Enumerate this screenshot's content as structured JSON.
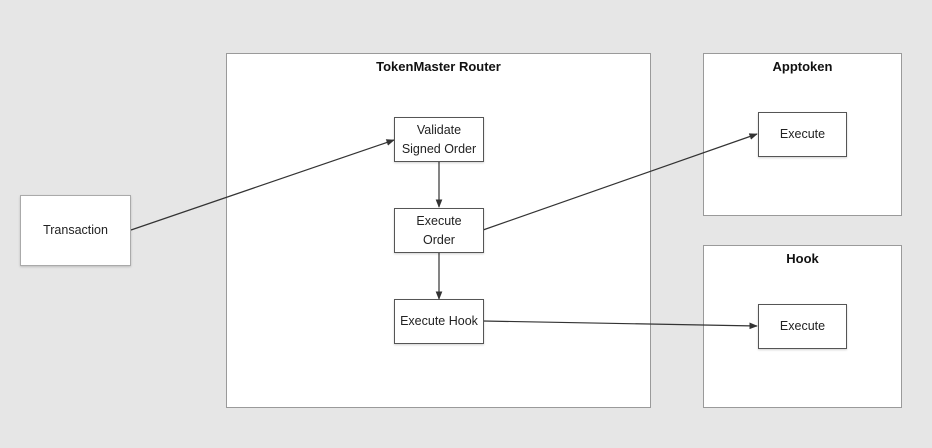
{
  "containers": {
    "router": {
      "title": "TokenMaster Router"
    },
    "apptoken": {
      "title": "Apptoken"
    },
    "hook": {
      "title": "Hook"
    }
  },
  "nodes": {
    "transaction": "Transaction",
    "validate": "Validate\nSigned Order",
    "execute_order": "Execute\nOrder",
    "execute_hook": "Execute Hook",
    "apptoken_execute": "Execute",
    "hook_execute": "Execute"
  },
  "edges": [
    {
      "from": "transaction",
      "to": "validate"
    },
    {
      "from": "validate",
      "to": "execute_order"
    },
    {
      "from": "execute_order",
      "to": "apptoken_execute"
    },
    {
      "from": "execute_order",
      "to": "execute_hook"
    },
    {
      "from": "execute_hook",
      "to": "hook_execute"
    }
  ],
  "colors": {
    "background": "#e6e6e6",
    "container": "#ffffff",
    "edge": "#333333"
  }
}
